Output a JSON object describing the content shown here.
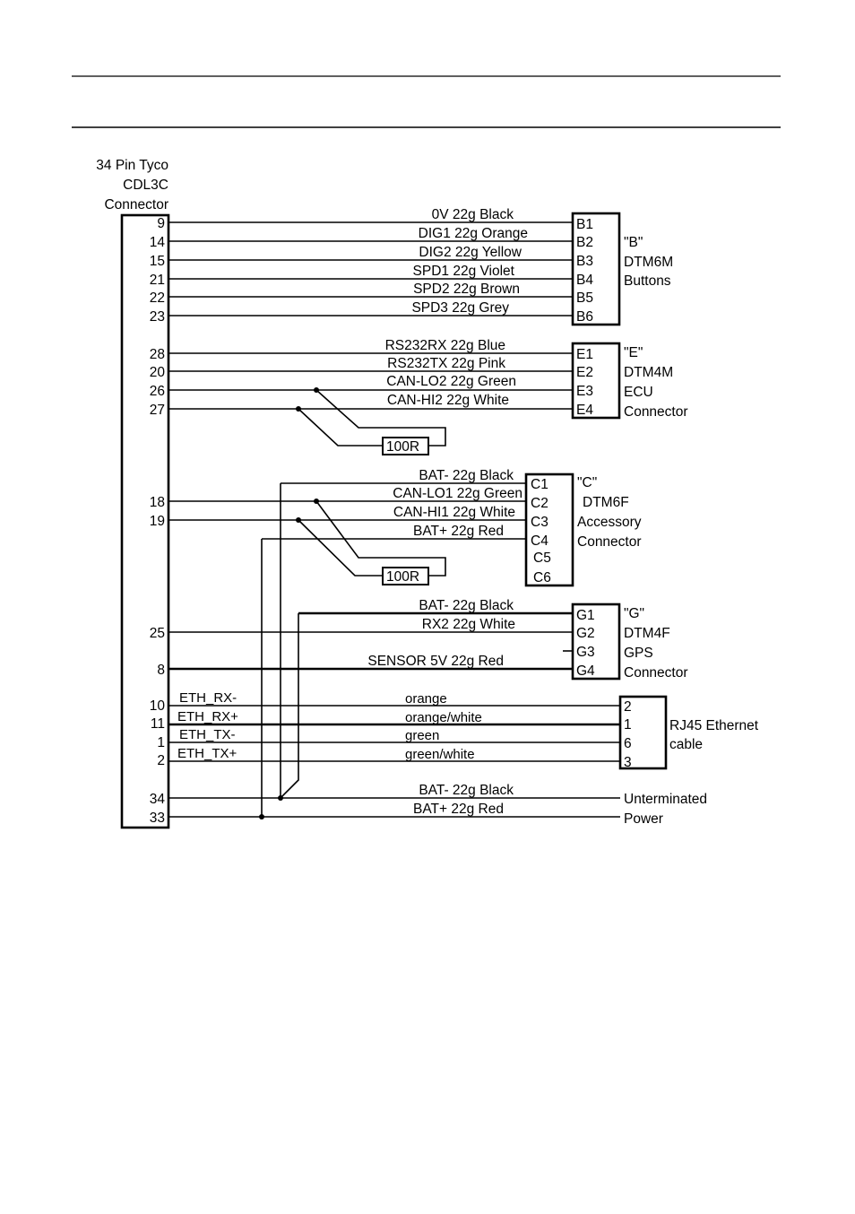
{
  "main_connector": {
    "title_lines": [
      "34 Pin Tyco",
      "CDL3C",
      "Connector"
    ]
  },
  "connectors": {
    "B": {
      "title_lines": [
        "\"B\"",
        "DTM6M",
        "Buttons"
      ],
      "pins": [
        "B1",
        "B2",
        "B3",
        "B4",
        "B5",
        "B6"
      ],
      "wires": [
        {
          "from": "9",
          "label": "0V  22g  Black"
        },
        {
          "from": "14",
          "label": "DIG1 22g  Orange"
        },
        {
          "from": "15",
          "label": "DIG2  22g  Yellow"
        },
        {
          "from": "21",
          "label": "SPD1  22g  Violet"
        },
        {
          "from": "22",
          "label": "SPD2  22g  Brown"
        },
        {
          "from": "23",
          "label": "SPD3  22g  Grey"
        }
      ]
    },
    "E": {
      "title_lines": [
        "\"E\"",
        "DTM4M",
        "ECU",
        "Connector"
      ],
      "pins": [
        "E1",
        "E2",
        "E3",
        "E4"
      ],
      "wires": [
        {
          "from": "28",
          "label": "RS232RX  22g  Blue"
        },
        {
          "from": "20",
          "label": "RS232TX  22g  Pink"
        },
        {
          "from": "26",
          "label": "CAN-LO2 22g Green"
        },
        {
          "from": "27",
          "label": "CAN-HI2 22g White"
        }
      ],
      "resistor": "100R"
    },
    "C": {
      "title_lines": [
        "\"C\"",
        "DTM6F",
        "Accessory",
        "Connector"
      ],
      "pins": [
        "C1",
        "C2",
        "C3",
        "C4",
        "C5",
        "C6"
      ],
      "wires": [
        {
          "from": "",
          "label": "BAT-  22g  Black"
        },
        {
          "from": "18",
          "label": "CAN-LO1 22g Green"
        },
        {
          "from": "19",
          "label": "CAN-HI1 22g White"
        },
        {
          "from": "",
          "label": "BAT+  22g  Red"
        }
      ],
      "resistor": "100R"
    },
    "G": {
      "title_lines": [
        "\"G\"",
        "DTM4F",
        "GPS",
        "Connector"
      ],
      "pins": [
        "G1",
        "G2",
        "G3",
        "G4"
      ],
      "wires": [
        {
          "from": "",
          "label": "BAT-  22g  Black"
        },
        {
          "from": "25",
          "label": "RX2  22g  White"
        },
        {
          "from": "8",
          "label": "SENSOR 5V  22g  Red"
        }
      ]
    },
    "RJ45": {
      "title_lines": [
        "RJ45 Ethernet",
        "cable"
      ],
      "pins": [
        "2",
        "1",
        "6",
        "3"
      ],
      "wires": [
        {
          "from": "10",
          "name": "ETH_RX-",
          "label": "orange"
        },
        {
          "from": "11",
          "name": "ETH_RX+",
          "label": "orange/white"
        },
        {
          "from": "1",
          "name": "ETH_TX-",
          "label": "green"
        },
        {
          "from": "2",
          "name": "ETH_TX+",
          "label": "green/white"
        }
      ]
    },
    "power": {
      "title_lines": [
        "Unterminated",
        "Power"
      ],
      "wires": [
        {
          "from": "34",
          "label": "BAT-  22g  Black"
        },
        {
          "from": "33",
          "label": "BAT+  22g  Red"
        }
      ]
    }
  }
}
